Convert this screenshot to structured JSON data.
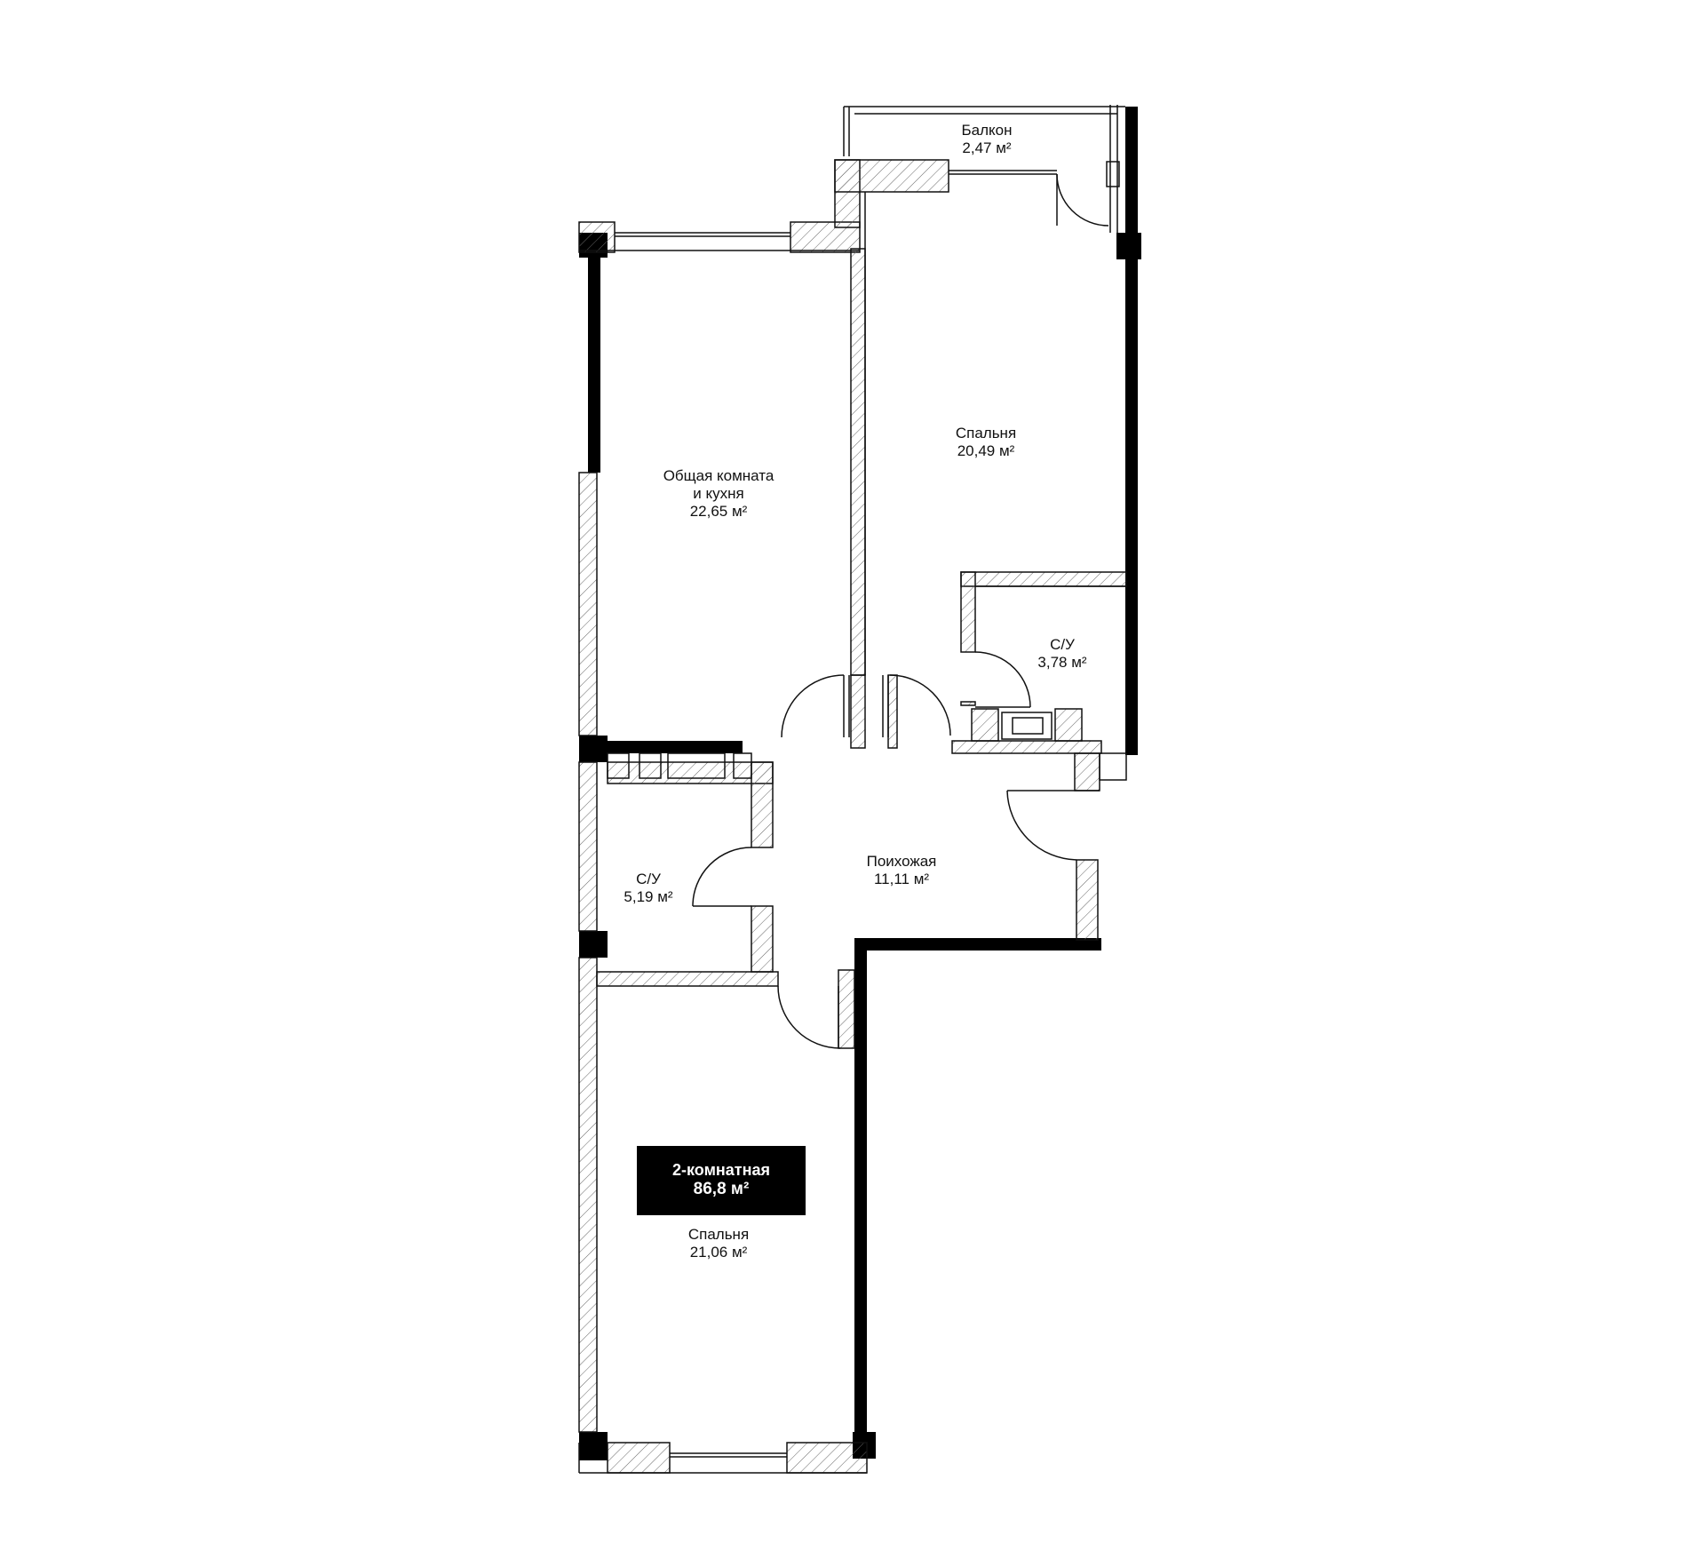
{
  "rooms": [
    {
      "key": "balcony",
      "name": "Балкон",
      "area": "2,47 м²"
    },
    {
      "key": "bedroom_top",
      "name": "Спальня",
      "area": "20,49 м²"
    },
    {
      "key": "living_kitchen",
      "name_line1": "Общая комната",
      "name_line2": "и кухня",
      "area": "22,65 м²"
    },
    {
      "key": "wc_right",
      "name": "С/У",
      "area": "3,78 м²"
    },
    {
      "key": "hallway",
      "name": "Поихожая",
      "area": "11,11 м²"
    },
    {
      "key": "wc_left",
      "name": "С/У",
      "area": "5,19 м²"
    },
    {
      "key": "bedroom_bottom",
      "name": "Спальня",
      "area": "21,06 м²"
    }
  ],
  "badge": {
    "type": "2-комнатная",
    "area": "86,8 м²"
  },
  "colors": {
    "wall_bearing": "#000000",
    "wall_partition": "#1a1a1a",
    "hatch": "#555555",
    "background": "#ffffff"
  }
}
